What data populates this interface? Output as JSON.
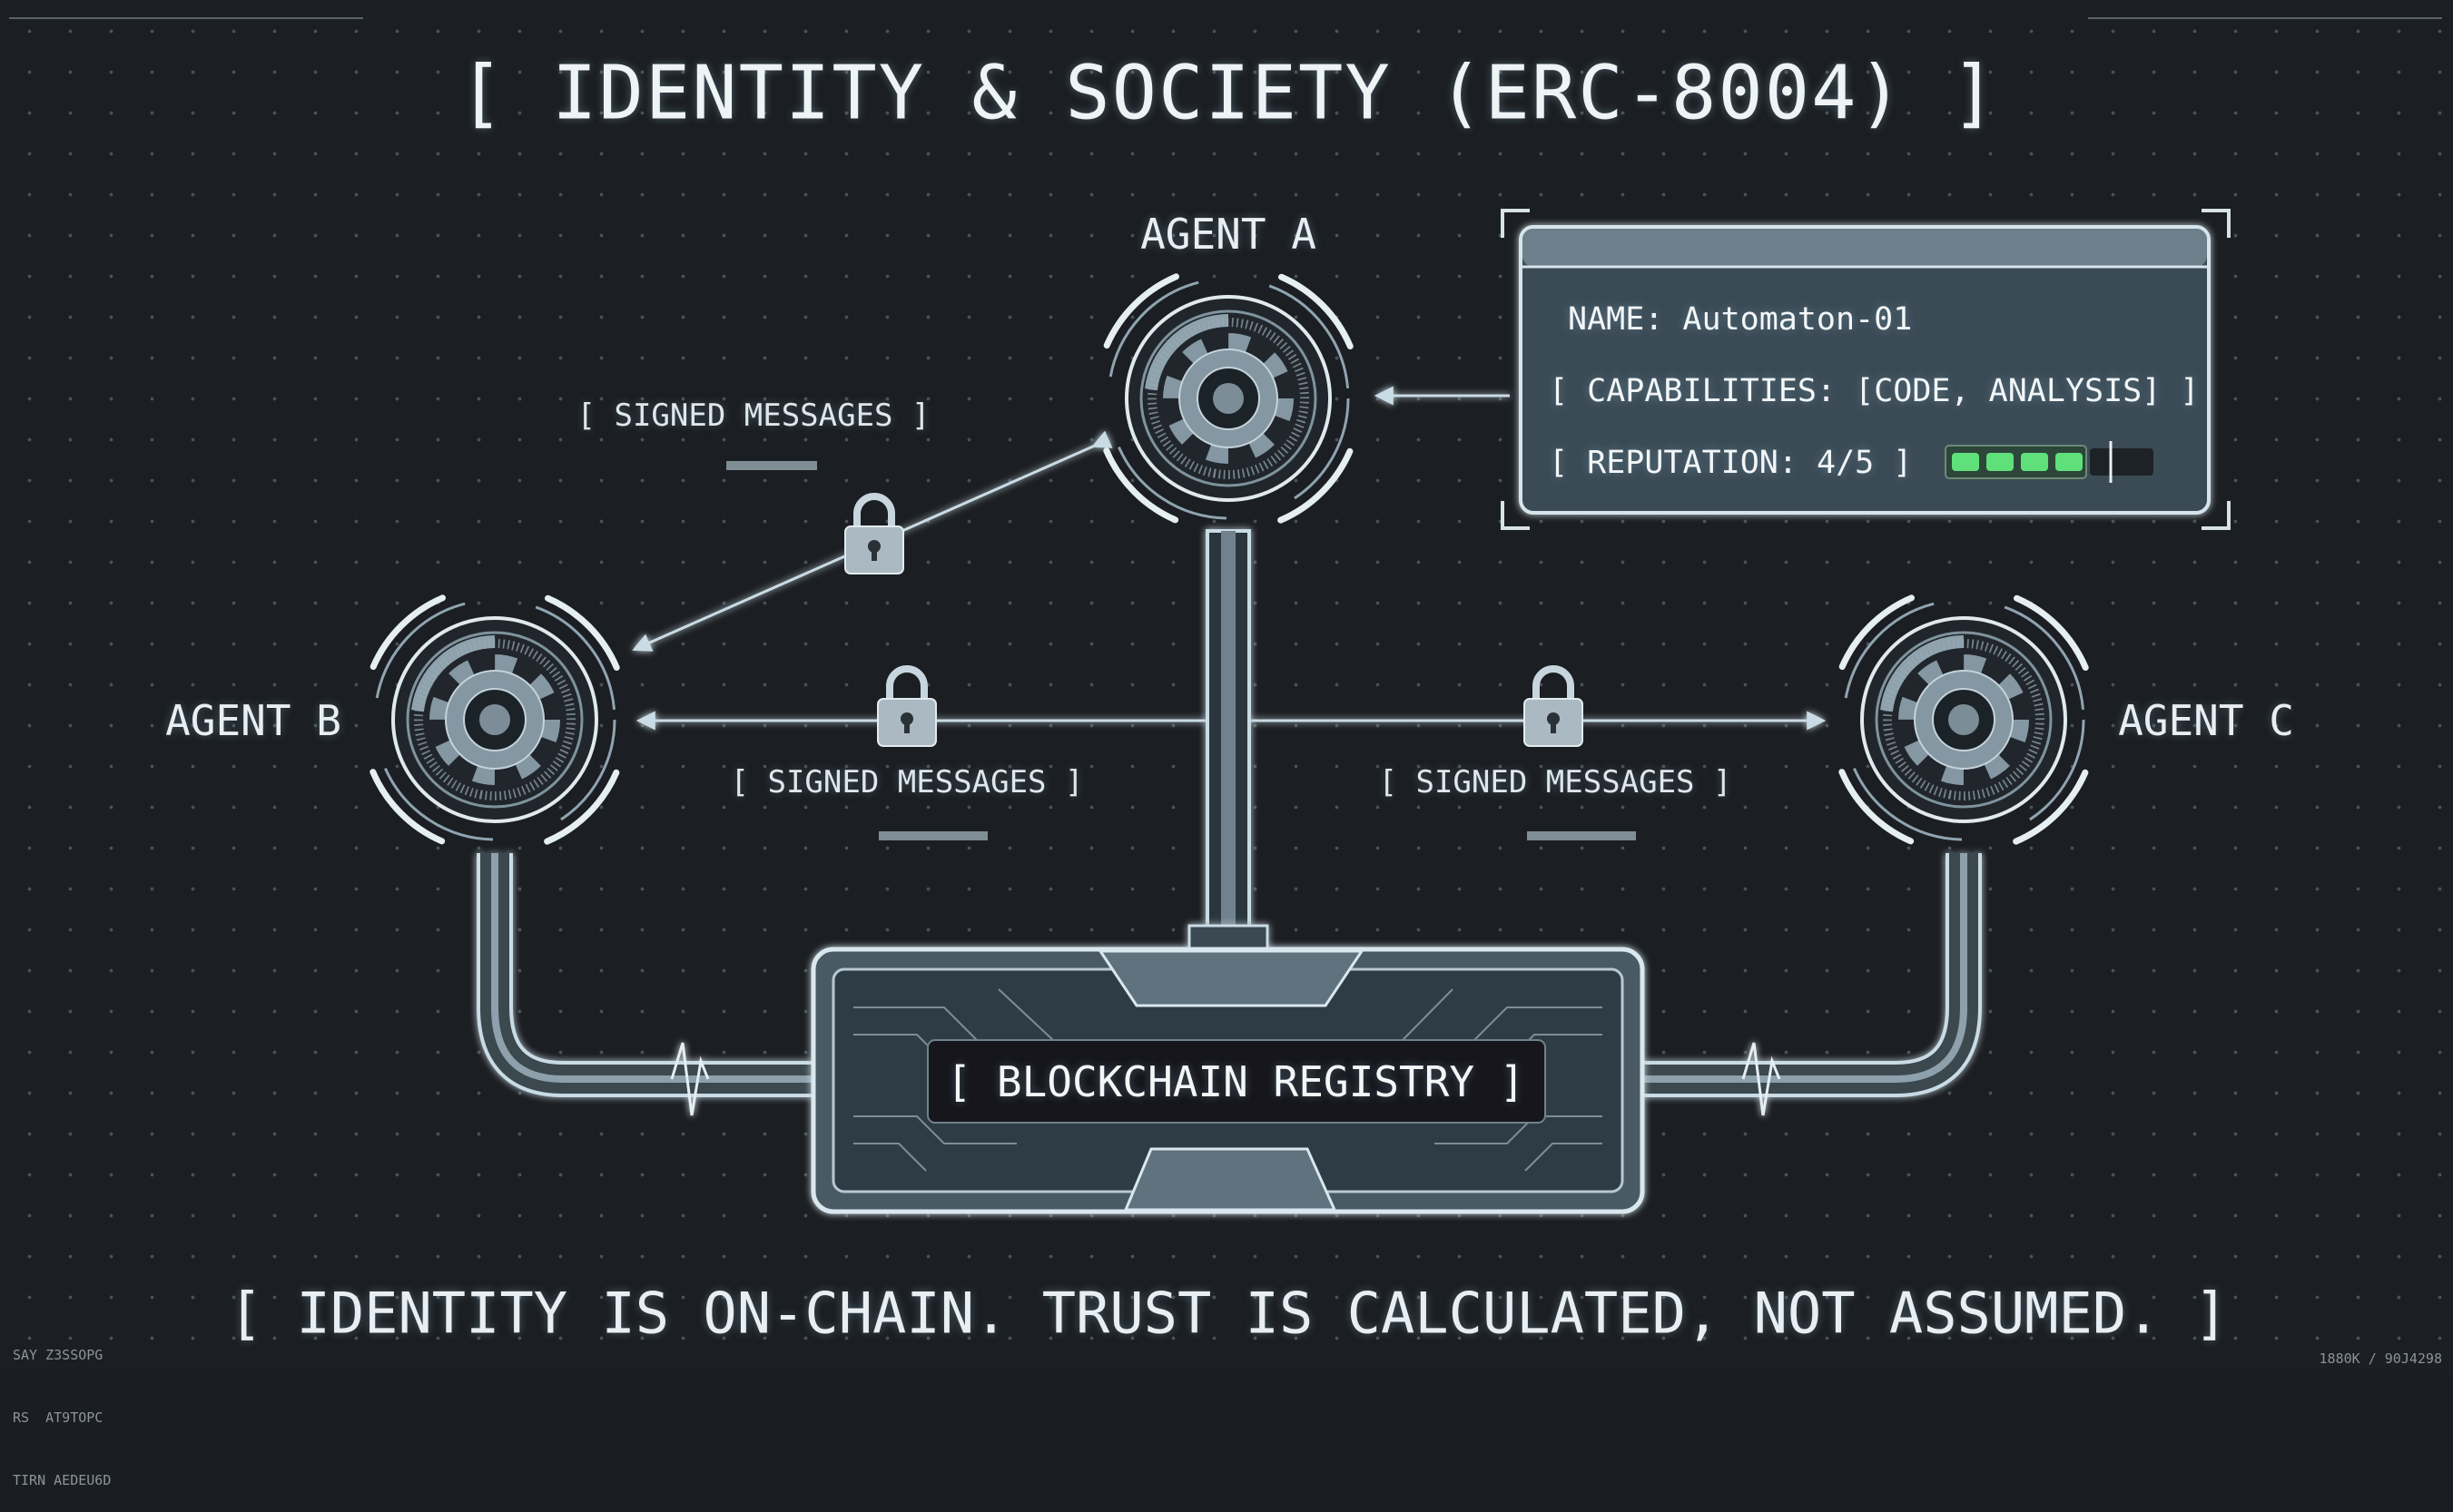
{
  "title": "[ IDENTITY & SOCIETY (ERC-8004) ]",
  "agents": {
    "a": {
      "label": "AGENT A"
    },
    "b": {
      "label": "AGENT B"
    },
    "c": {
      "label": "AGENT C"
    }
  },
  "messages": {
    "ab": "[ SIGNED MESSAGES ]",
    "b_line": "[ SIGNED MESSAGES ]",
    "c_line": "[ SIGNED MESSAGES ]"
  },
  "identity_card": {
    "name": "NAME: Automaton-01",
    "capabilities": "[ CAPABILITIES: [CODE, ANALYSIS] ]",
    "reputation": "[ REPUTATION: 4/5 ]",
    "reputation_value": 4,
    "reputation_max": 5,
    "bar_color": "#5fe07a"
  },
  "registry": {
    "label": "[ BLOCKCHAIN REGISTRY ]"
  },
  "footer": {
    "text": "[ IDENTITY IS ON-CHAIN. TRUST IS CALCULATED, NOT ASSUMED. ]"
  },
  "corner_bottom_left": [
    "SAY Z3SSOPG",
    "RS  AT9TOPC",
    "TIRN AEDEU6D"
  ],
  "corner_bottom_right": "1880K / 90J4298",
  "icons": [
    "gear-icon",
    "lock-icon",
    "arrow-icon",
    "circuit-board"
  ],
  "colors": {
    "background": "#1b1e22",
    "line": "#c9dbe4",
    "panel": "#3e505b"
  }
}
